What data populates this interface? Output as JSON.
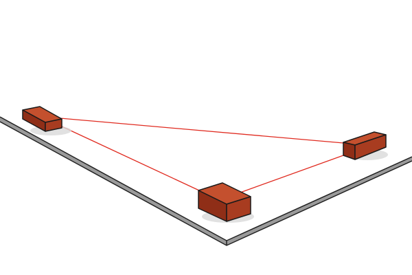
{
  "colors": {
    "background": "#ffffff",
    "slab_edge": "#9a9a9a",
    "slab_outline": "#222222",
    "string_line": "#e02a1f",
    "brick_top": "#c4502e",
    "brick_front": "#8f2e17",
    "brick_side": "#a83c20",
    "brick_outline": "#1a1a1a",
    "shadow": "#d9d9d9"
  },
  "bricks": [
    {
      "name": "brick-left"
    },
    {
      "name": "brick-right"
    },
    {
      "name": "brick-bottom"
    }
  ],
  "string_lines": [
    {
      "name": "string-line-left-to-right"
    },
    {
      "name": "string-line-left-to-bottom"
    },
    {
      "name": "string-line-bottom-to-right"
    }
  ]
}
